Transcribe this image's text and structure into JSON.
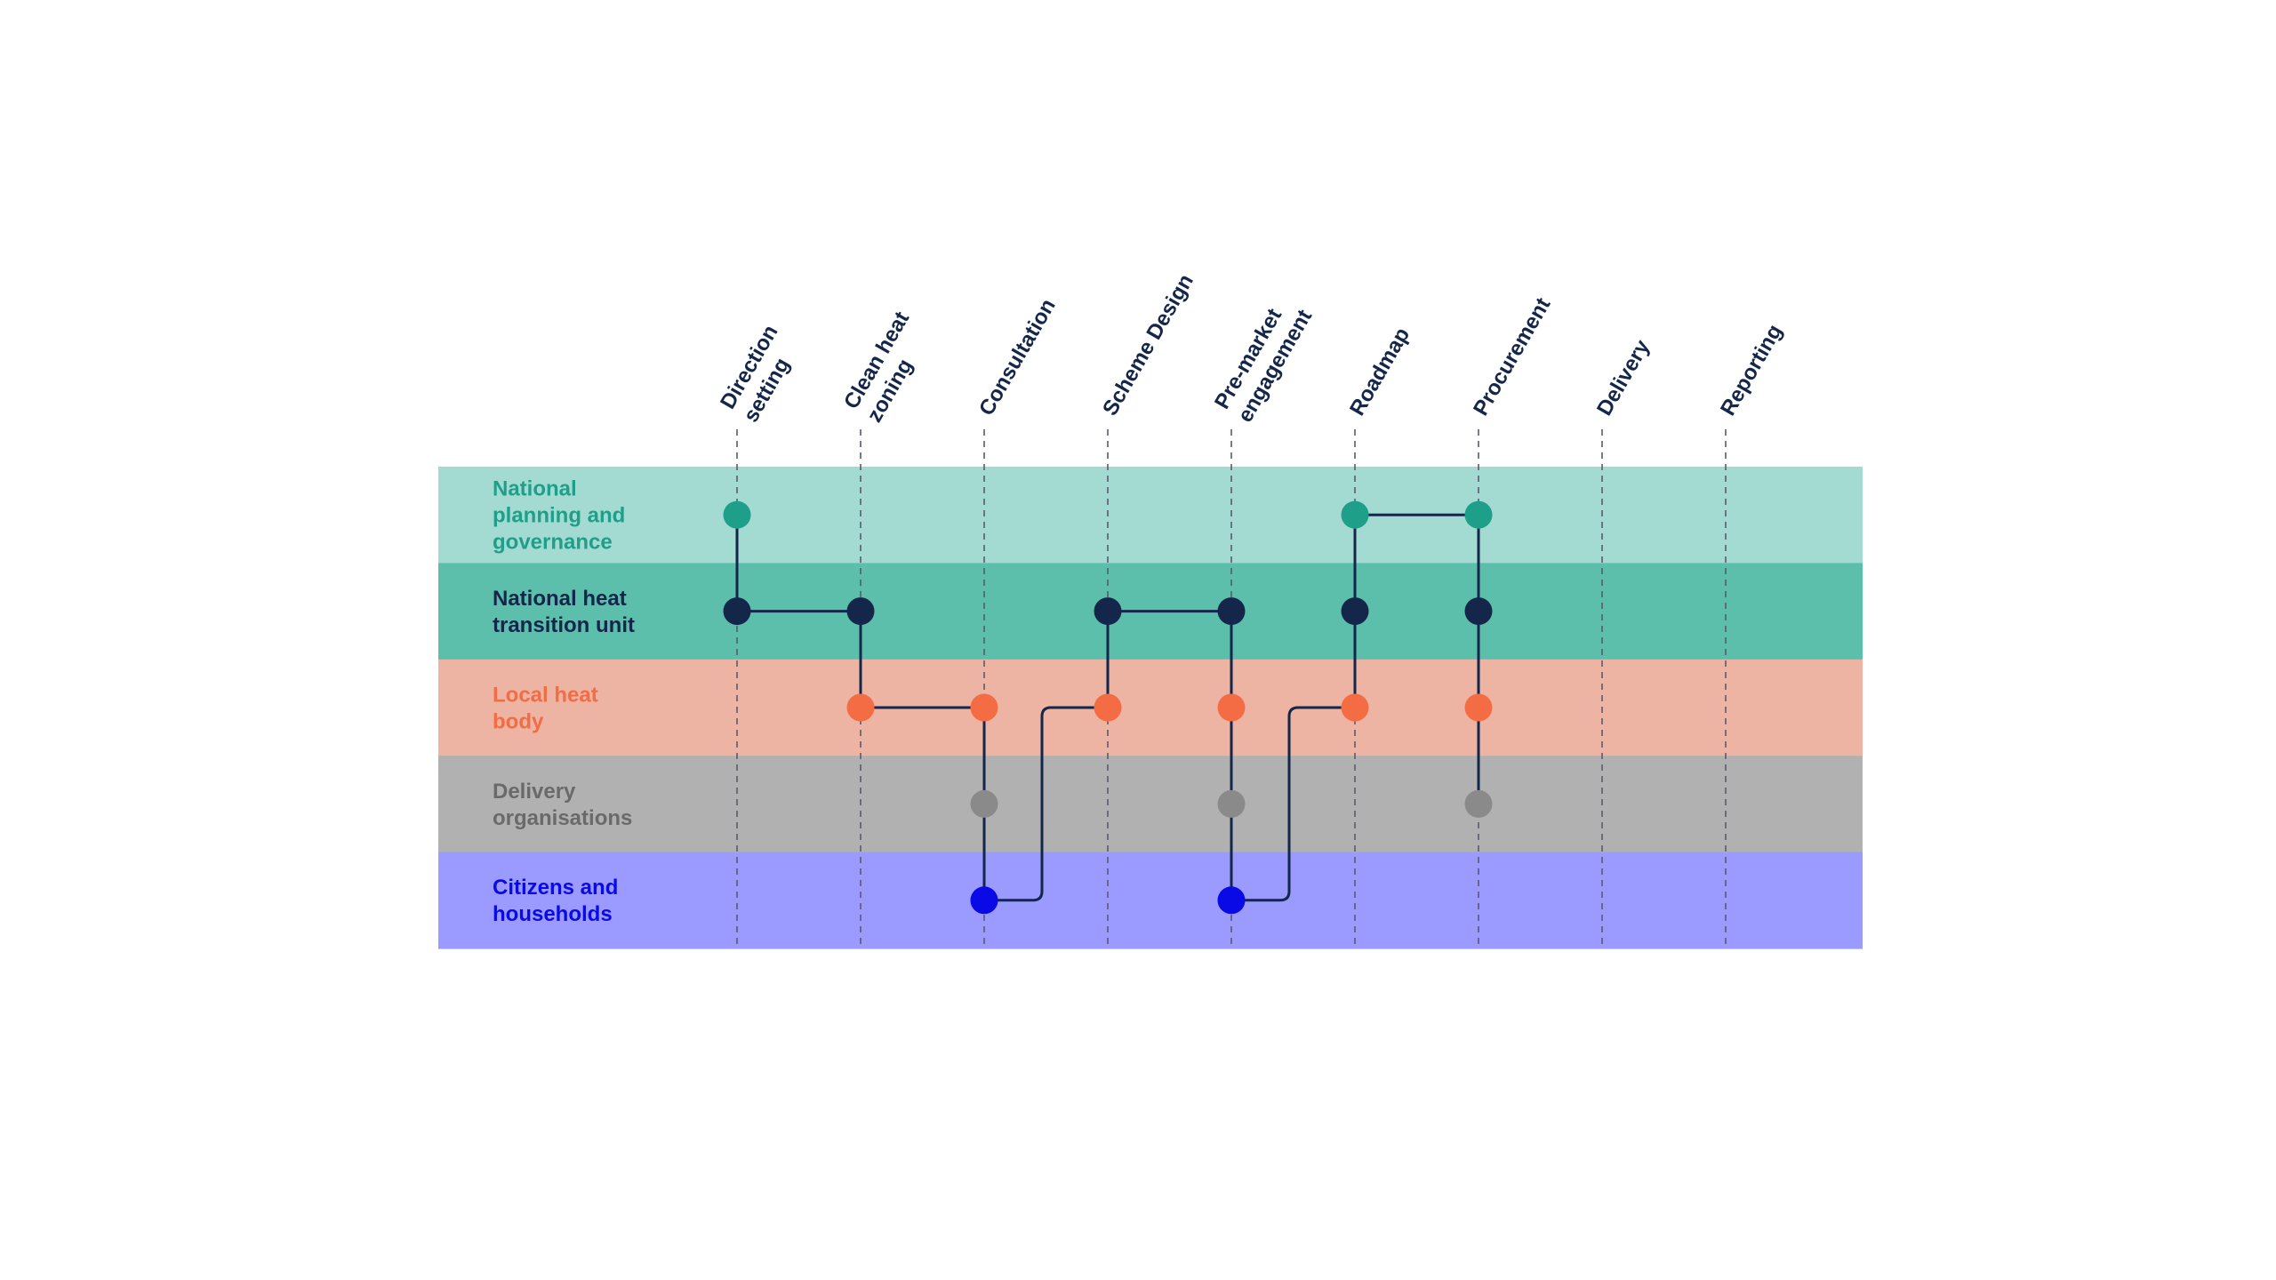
{
  "stages": [
    {
      "id": "direction",
      "label": [
        "Direction",
        "setting"
      ]
    },
    {
      "id": "zoning",
      "label": [
        "Clean heat",
        "zoning"
      ]
    },
    {
      "id": "consultation",
      "label": [
        "Consultation"
      ]
    },
    {
      "id": "scheme",
      "label": [
        "Scheme Design"
      ]
    },
    {
      "id": "premarket",
      "label": [
        "Pre-market",
        "engagement"
      ]
    },
    {
      "id": "roadmap",
      "label": [
        "Roadmap"
      ]
    },
    {
      "id": "procurement",
      "label": [
        "Procurement"
      ]
    },
    {
      "id": "delivery",
      "label": [
        "Delivery"
      ]
    },
    {
      "id": "reporting",
      "label": [
        "Reporting"
      ]
    }
  ],
  "lanes": [
    {
      "id": "national",
      "label": [
        "National",
        "planning and",
        "governance"
      ],
      "band_color": "#a3dbd2",
      "text_color": "#1e9f89",
      "node_color": "#1e9f89"
    },
    {
      "id": "unit",
      "label": [
        "National heat",
        "transition unit"
      ],
      "band_color": "#5cbfac",
      "text_color": "#14264a",
      "node_color": "#14264a"
    },
    {
      "id": "local",
      "label": [
        "Local heat",
        "body"
      ],
      "band_color": "#edb3a3",
      "text_color": "#f46c43",
      "node_color": "#f46c43"
    },
    {
      "id": "deliv",
      "label": [
        "Delivery",
        "organisations"
      ],
      "band_color": "#b1b1b1",
      "text_color": "#6a6a6a",
      "node_color": "#8a8a8a"
    },
    {
      "id": "citizens",
      "label": [
        "Citizens and",
        "households"
      ],
      "band_color": "#9b9bff",
      "text_color": "#0a0ae6",
      "node_color": "#0a0ae6"
    }
  ],
  "nodes": [
    {
      "lane": "national",
      "stage": "direction"
    },
    {
      "lane": "unit",
      "stage": "direction"
    },
    {
      "lane": "unit",
      "stage": "zoning"
    },
    {
      "lane": "local",
      "stage": "zoning"
    },
    {
      "lane": "local",
      "stage": "consultation"
    },
    {
      "lane": "deliv",
      "stage": "consultation"
    },
    {
      "lane": "citizens",
      "stage": "consultation"
    },
    {
      "lane": "local",
      "stage": "scheme"
    },
    {
      "lane": "unit",
      "stage": "scheme"
    },
    {
      "lane": "unit",
      "stage": "premarket"
    },
    {
      "lane": "local",
      "stage": "premarket"
    },
    {
      "lane": "deliv",
      "stage": "premarket"
    },
    {
      "lane": "citizens",
      "stage": "premarket"
    },
    {
      "lane": "local",
      "stage": "roadmap"
    },
    {
      "lane": "unit",
      "stage": "roadmap"
    },
    {
      "lane": "national",
      "stage": "roadmap"
    },
    {
      "lane": "national",
      "stage": "procurement"
    },
    {
      "lane": "unit",
      "stage": "procurement"
    },
    {
      "lane": "local",
      "stage": "procurement"
    },
    {
      "lane": "deliv",
      "stage": "procurement"
    }
  ],
  "flow": [
    {
      "kind": "direct",
      "from": {
        "lane": "national",
        "stage": "direction"
      },
      "to": {
        "lane": "unit",
        "stage": "direction"
      }
    },
    {
      "kind": "direct",
      "from": {
        "lane": "unit",
        "stage": "direction"
      },
      "to": {
        "lane": "unit",
        "stage": "zoning"
      }
    },
    {
      "kind": "direct",
      "from": {
        "lane": "unit",
        "stage": "zoning"
      },
      "to": {
        "lane": "local",
        "stage": "zoning"
      }
    },
    {
      "kind": "direct",
      "from": {
        "lane": "local",
        "stage": "zoning"
      },
      "to": {
        "lane": "local",
        "stage": "consultation"
      }
    },
    {
      "kind": "direct",
      "from": {
        "lane": "local",
        "stage": "consultation"
      },
      "to": {
        "lane": "deliv",
        "stage": "consultation"
      }
    },
    {
      "kind": "direct",
      "from": {
        "lane": "deliv",
        "stage": "consultation"
      },
      "to": {
        "lane": "citizens",
        "stage": "consultation"
      }
    },
    {
      "kind": "step-up",
      "from": {
        "lane": "citizens",
        "stage": "consultation"
      },
      "to": {
        "lane": "local",
        "stage": "scheme"
      }
    },
    {
      "kind": "direct",
      "from": {
        "lane": "local",
        "stage": "scheme"
      },
      "to": {
        "lane": "unit",
        "stage": "scheme"
      }
    },
    {
      "kind": "direct",
      "from": {
        "lane": "unit",
        "stage": "scheme"
      },
      "to": {
        "lane": "unit",
        "stage": "premarket"
      }
    },
    {
      "kind": "direct",
      "from": {
        "lane": "unit",
        "stage": "premarket"
      },
      "to": {
        "lane": "local",
        "stage": "premarket"
      }
    },
    {
      "kind": "direct",
      "from": {
        "lane": "local",
        "stage": "premarket"
      },
      "to": {
        "lane": "deliv",
        "stage": "premarket"
      }
    },
    {
      "kind": "direct",
      "from": {
        "lane": "deliv",
        "stage": "premarket"
      },
      "to": {
        "lane": "citizens",
        "stage": "premarket"
      }
    },
    {
      "kind": "step-up",
      "from": {
        "lane": "citizens",
        "stage": "premarket"
      },
      "to": {
        "lane": "local",
        "stage": "roadmap"
      }
    },
    {
      "kind": "direct",
      "from": {
        "lane": "local",
        "stage": "roadmap"
      },
      "to": {
        "lane": "unit",
        "stage": "roadmap"
      }
    },
    {
      "kind": "direct",
      "from": {
        "lane": "unit",
        "stage": "roadmap"
      },
      "to": {
        "lane": "national",
        "stage": "roadmap"
      }
    },
    {
      "kind": "direct",
      "from": {
        "lane": "national",
        "stage": "roadmap"
      },
      "to": {
        "lane": "national",
        "stage": "procurement"
      }
    },
    {
      "kind": "direct",
      "from": {
        "lane": "national",
        "stage": "procurement"
      },
      "to": {
        "lane": "unit",
        "stage": "procurement"
      }
    },
    {
      "kind": "direct",
      "from": {
        "lane": "unit",
        "stage": "procurement"
      },
      "to": {
        "lane": "local",
        "stage": "procurement"
      }
    },
    {
      "kind": "direct",
      "from": {
        "lane": "local",
        "stage": "procurement"
      },
      "to": {
        "lane": "deliv",
        "stage": "procurement"
      }
    }
  ],
  "colors": {
    "connector": "#14264a",
    "guide_line": "#5a5a6e"
  }
}
